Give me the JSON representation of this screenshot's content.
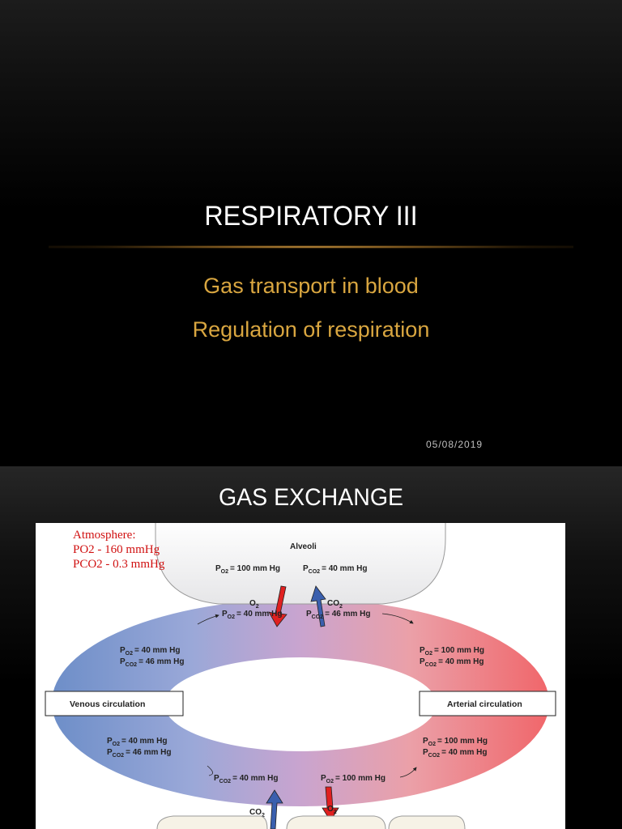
{
  "slide1": {
    "title": "RESPIRATORY III",
    "subtitle_lines": [
      "Gas transport in blood",
      "Regulation of respiration"
    ],
    "date": "05/08/2019",
    "accent_color": "#d9a640"
  },
  "slide2": {
    "title": "GAS EXCHANGE",
    "atmosphere": {
      "heading": "Atmosphere:",
      "po2": "PO2 - 160 mmHg",
      "pco2": "PCO2 - 0.3 mmHg"
    },
    "diagram": {
      "alveoli_label": "Alveoli",
      "alveoli_po2": "= 100 mm Hg",
      "alveoli_pco2": "= 40 mm Hg",
      "o2_in": "O",
      "co2_out": "CO",
      "top_po2": "= 40 mm Hg",
      "top_pco2": "= 46 mm Hg",
      "left_top_po2": "= 40 mm Hg",
      "left_top_pco2": "= 46 mm Hg",
      "right_top_po2": "= 100 mm Hg",
      "right_top_pco2": "= 40 mm Hg",
      "venous_label": "Venous circulation",
      "arterial_label": "Arterial circulation",
      "left_bottom_po2": "= 40 mm Hg",
      "left_bottom_pco2": "= 46 mm Hg",
      "right_bottom_po2": "= 100 mm Hg",
      "right_bottom_pco2": "= 40 mm Hg",
      "bottom_pco2": "= 40 mm Hg",
      "bottom_po2": "= 100 mm Hg",
      "p": "P",
      "sub_o2": "O2",
      "sub_co2": "CO2",
      "two": "2",
      "venous_color": "#6f8fc6",
      "arterial_color": "#f07070",
      "mid_color": "#c8a0c8",
      "o2_arrow_color": "#e02020",
      "co2_arrow_color": "#3a60b0"
    }
  }
}
